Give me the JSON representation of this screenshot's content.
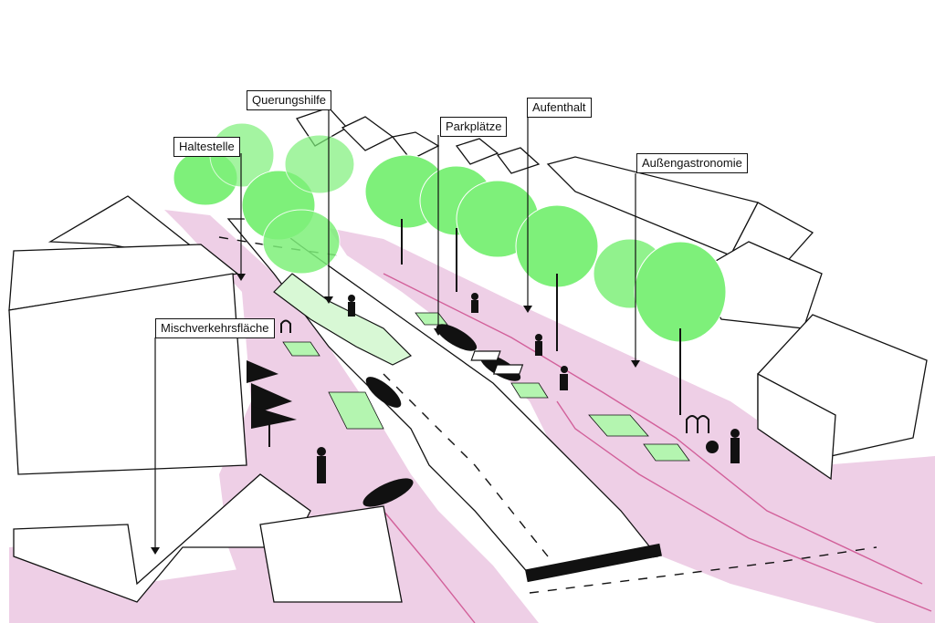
{
  "labels": {
    "haltestelle": "Haltestelle",
    "querungshilfe": "Querungshilfe",
    "parkplaetze": "Parkplätze",
    "aufenthalt": "Aufenthalt",
    "aussengastronomie": "Außengastronomie",
    "mischverkehrsflaeche": "Mischverkehrsfläche"
  },
  "colors": {
    "shared_space": "#eecfe6",
    "tree_green": "#7ef07a",
    "tree_green_light": "#b4f5b0",
    "line": "#111111",
    "pink_line": "#d2609a"
  }
}
